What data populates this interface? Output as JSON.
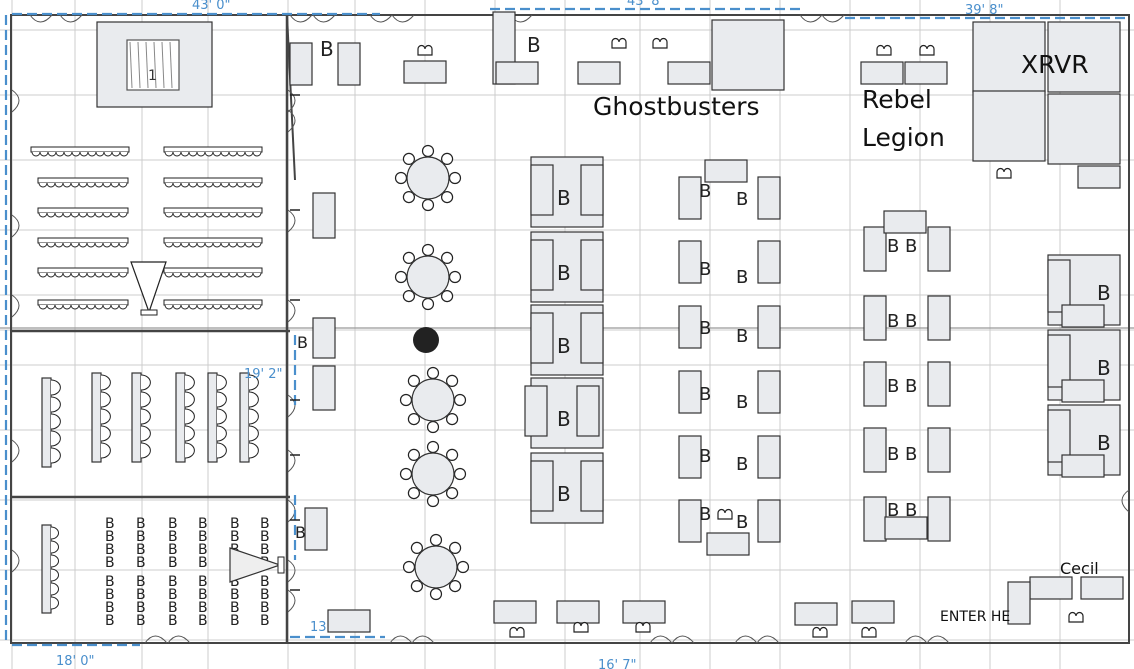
{
  "labels": {
    "ghostbusters": "Ghostbusters",
    "rebel_line1": "Rebel",
    "rebel_line2": "Legion",
    "xrvr": "XRVR",
    "cecil": "Cecil",
    "enter": "ENTER HE"
  },
  "dimensions": {
    "top_left": "43' 0\"",
    "top_mid": "43' 8\"",
    "top_right": "39' 8\"",
    "side": "19' 2\"",
    "bottom_left": "18' 0\"",
    "bottom_13": "13",
    "bottom_mid": "16' 7\""
  },
  "booth_letter": "B",
  "stage_label": "1",
  "colors": {
    "wall": "#444444",
    "grid": "#cccccc",
    "furniture_fill": "#e9ebee",
    "furniture_stroke": "#333333",
    "dimension": "#4a8fcc",
    "pillar": "#222222"
  }
}
